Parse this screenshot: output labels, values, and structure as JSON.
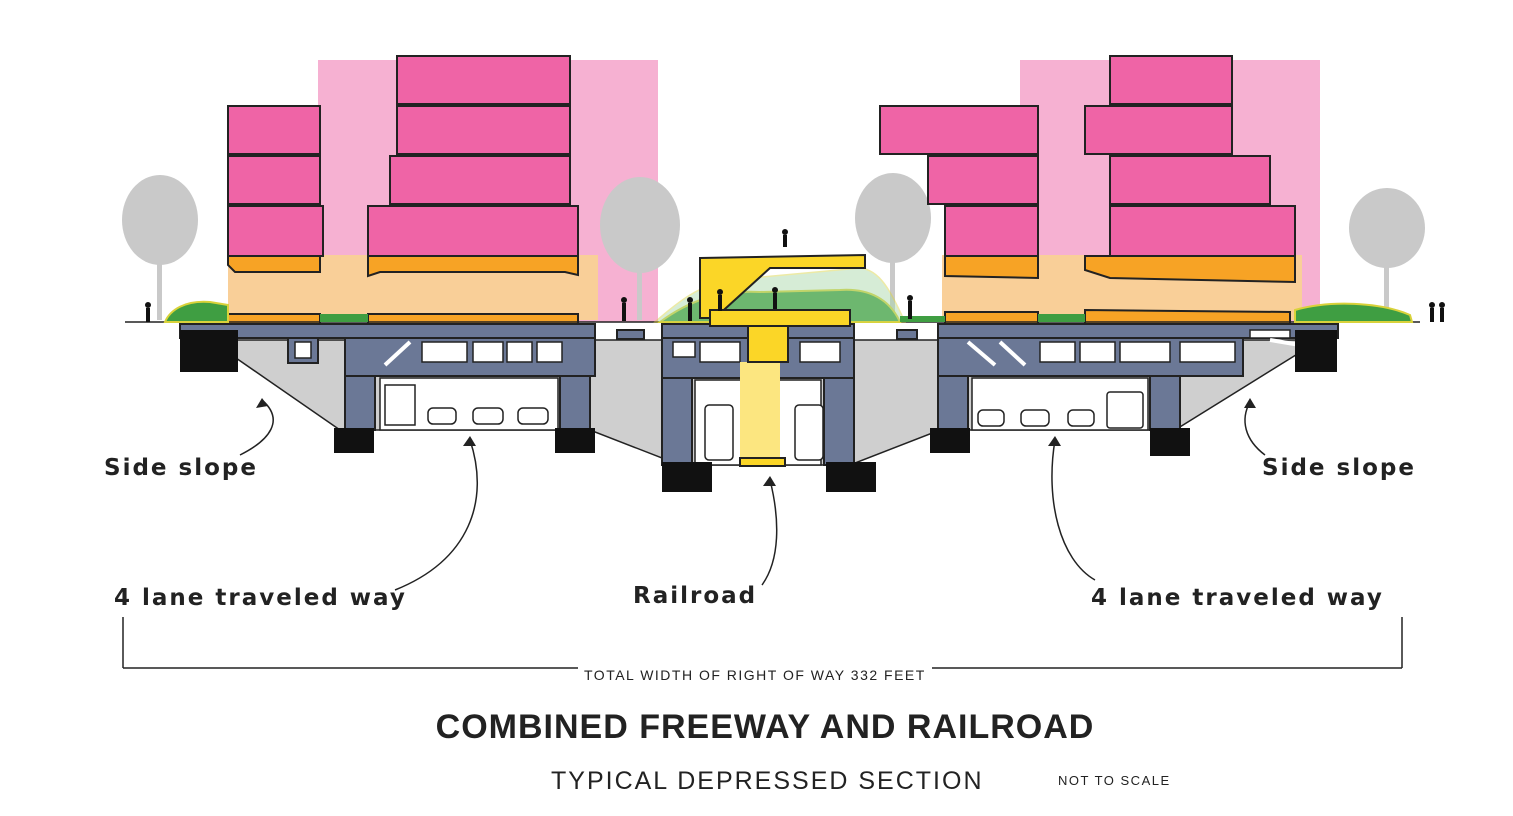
{
  "labels": {
    "side_slope_left": "Side slope",
    "side_slope_right": "Side slope",
    "lanes_left": "4 lane traveled way",
    "railroad": "Railroad",
    "lanes_right": "4 lane traveled way",
    "total_width": "TOTAL WIDTH OF RIGHT OF WAY  332  FEET"
  },
  "title": "COMBINED FREEWAY AND RAILROAD",
  "subtitle": "TYPICAL DEPRESSED SECTION",
  "scale_note": "NOT TO SCALE",
  "colors": {
    "building_pink": "#ef64a6",
    "building_light_pink": "#f6b1d2",
    "orange_base": "#f7a325",
    "light_orange": "#f9cf98",
    "ground_green": "#3f9e42",
    "structure_blue": "#6b7896",
    "excavation_gray": "#cfcfcf",
    "footing_black": "#111111",
    "station_yellow": "#fbd627",
    "tree_gray": "#c9c9c9"
  }
}
